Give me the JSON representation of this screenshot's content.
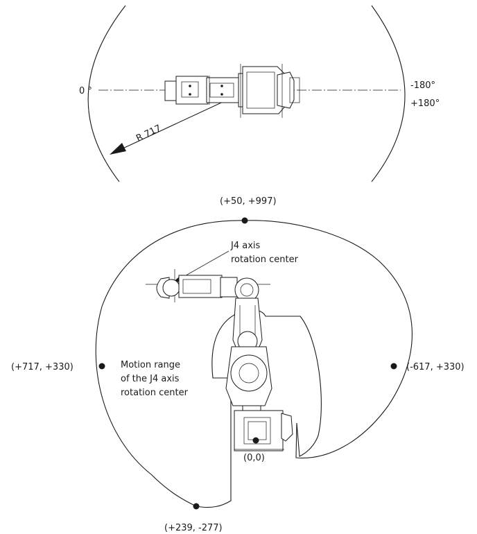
{
  "top_view": {
    "angle_zero": "0 °",
    "angle_neg": "-180°",
    "angle_pos": "+180°",
    "radius": "R 717"
  },
  "side_view": {
    "top_point": "(+50, +997)",
    "left_point": "(+717, +330)",
    "right_point": "(-617, +330)",
    "bottom_point": "(+239, -277)",
    "origin": "(0,0)",
    "j4_label_line1": "J4 axis",
    "j4_label_line2": "rotation center",
    "range_line1": "Motion range",
    "range_line2": "of the J4 axis",
    "range_line3": "rotation center"
  }
}
